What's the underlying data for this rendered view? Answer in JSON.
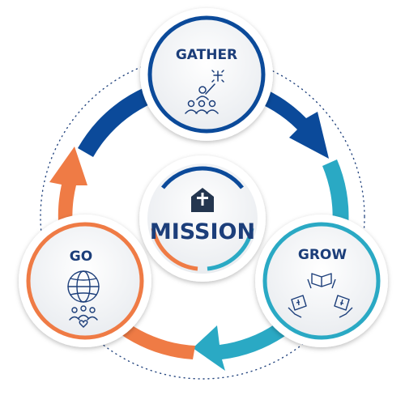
{
  "center": {
    "title": "MISSION",
    "icon": "church-door-cross-icon"
  },
  "nodes": [
    {
      "id": "gather",
      "label": "GATHER",
      "color": "#0b4a9a",
      "icon": "gathering-people-cross-icon"
    },
    {
      "id": "grow",
      "label": "GROW",
      "color": "#2aa9c4",
      "icon": "hands-bible-books-icon"
    },
    {
      "id": "go",
      "label": "GO",
      "color": "#ef7b45",
      "icon": "globe-people-heart-icon"
    }
  ],
  "colors": {
    "navy": "#0b4a9a",
    "teal": "#2aa9c4",
    "orange": "#ef7b45",
    "text": "#1c3e7a",
    "dots": "#24457f"
  }
}
